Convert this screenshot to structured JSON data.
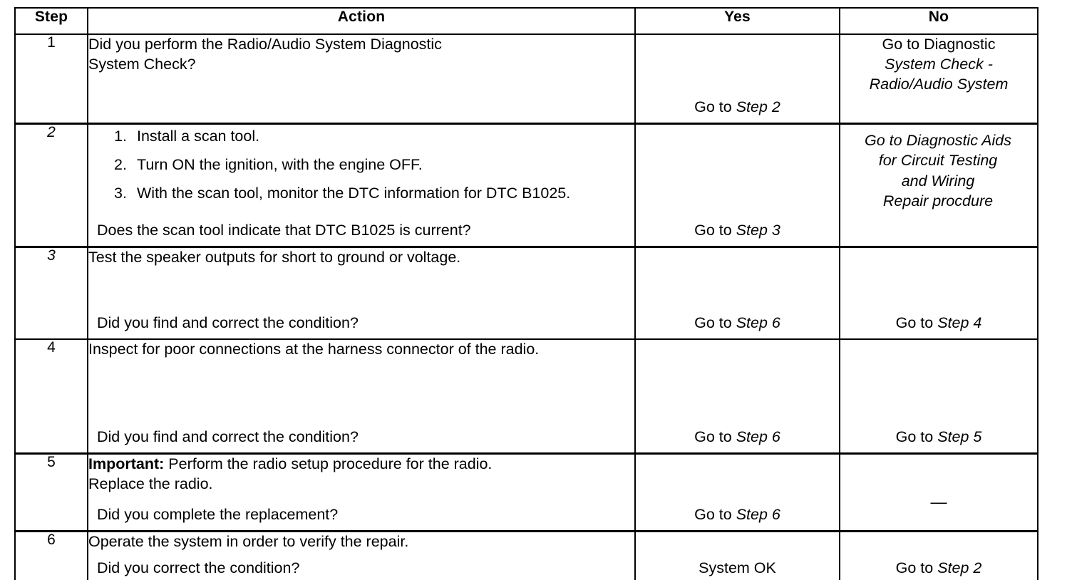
{
  "table": {
    "headers": {
      "step": "Step",
      "action": "Action",
      "yes": "Yes",
      "no": "No"
    },
    "rows": [
      {
        "step": "1",
        "step_italic": false,
        "action_lines": [
          "Did you perform the Radio/Audio System Diagnostic",
          "System Check?"
        ],
        "action_question": "",
        "yes_plain": "Go to ",
        "yes_italic": "Step 2",
        "no_lines": [
          "Go to Diagnostic",
          "System Check -",
          "Radio/Audio System"
        ],
        "no_plain": "Go to ",
        "no_italic": "Diagnostic System Check - Radio/Audio System"
      },
      {
        "step": "2",
        "step_italic": true,
        "list": [
          "Install a scan tool.",
          "Turn ON the ignition, with the engine OFF.",
          "With the scan tool, monitor the DTC information for DTC B1025."
        ],
        "action_question": "Does the scan tool indicate that DTC B1025 is current?",
        "yes_plain": "Go to ",
        "yes_italic": "Step 3",
        "no_plain": "Go to ",
        "no_italic": "Diagnostic Aids for Circuit Testing and Wiring Repair procdure",
        "no_lines": [
          "Go to Diagnostic Aids",
          "for Circuit Testing",
          "and Wiring",
          "Repair procdure"
        ]
      },
      {
        "step": "3",
        "step_italic": true,
        "action_lines": [
          "Test the speaker outputs for short to ground or voltage."
        ],
        "action_question": "Did you find and correct the condition?",
        "yes_plain": "Go to ",
        "yes_italic": "Step 6",
        "no_plain": "Go to ",
        "no_italic": "Step 4"
      },
      {
        "step": "4",
        "step_italic": false,
        "action_lines": [
          "Inspect for poor connections at the harness connector of the radio."
        ],
        "action_question": "Did you find and correct the condition?",
        "yes_plain": "Go to ",
        "yes_italic": "Step 6",
        "no_plain": "Go to ",
        "no_italic": "Step 5"
      },
      {
        "step": "5",
        "step_italic": false,
        "action_bold_prefix": "Important:",
        "action_lines": [
          " Perform the radio setup procedure for the radio.",
          "Replace the radio."
        ],
        "action_question": "Did you complete the replacement?",
        "yes_plain": "Go to ",
        "yes_italic": "Step 6",
        "no_plain": "—",
        "no_italic": ""
      },
      {
        "step": "6",
        "step_italic": false,
        "action_lines": [
          "Operate the system in order to verify the repair."
        ],
        "action_question": "Did you correct the condition?",
        "yes_plain": "System OK",
        "yes_italic": "",
        "no_plain": "Go to ",
        "no_italic": "Step 2"
      }
    ]
  }
}
